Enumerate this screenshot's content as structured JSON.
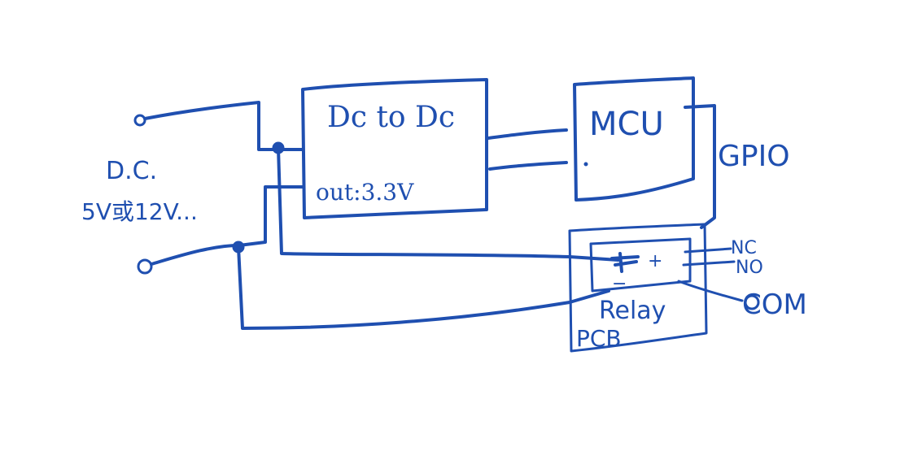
{
  "input": {
    "dc_label": "D.C.",
    "voltage_label": "5V或12V..."
  },
  "dc_converter": {
    "title": "Dc to Dc",
    "output_label": "out:3.3V"
  },
  "mcu": {
    "title": "MCU"
  },
  "gpio": {
    "label": "GPIO"
  },
  "relay": {
    "plus_label": "+",
    "minus_label": "−",
    "name": "Relay",
    "pcb_label": "PCB"
  },
  "contacts": {
    "nc": "NC",
    "no": "NO",
    "com": "COM"
  },
  "colors": {
    "ink": "#1f4fb0",
    "paper": "#ffffff"
  }
}
